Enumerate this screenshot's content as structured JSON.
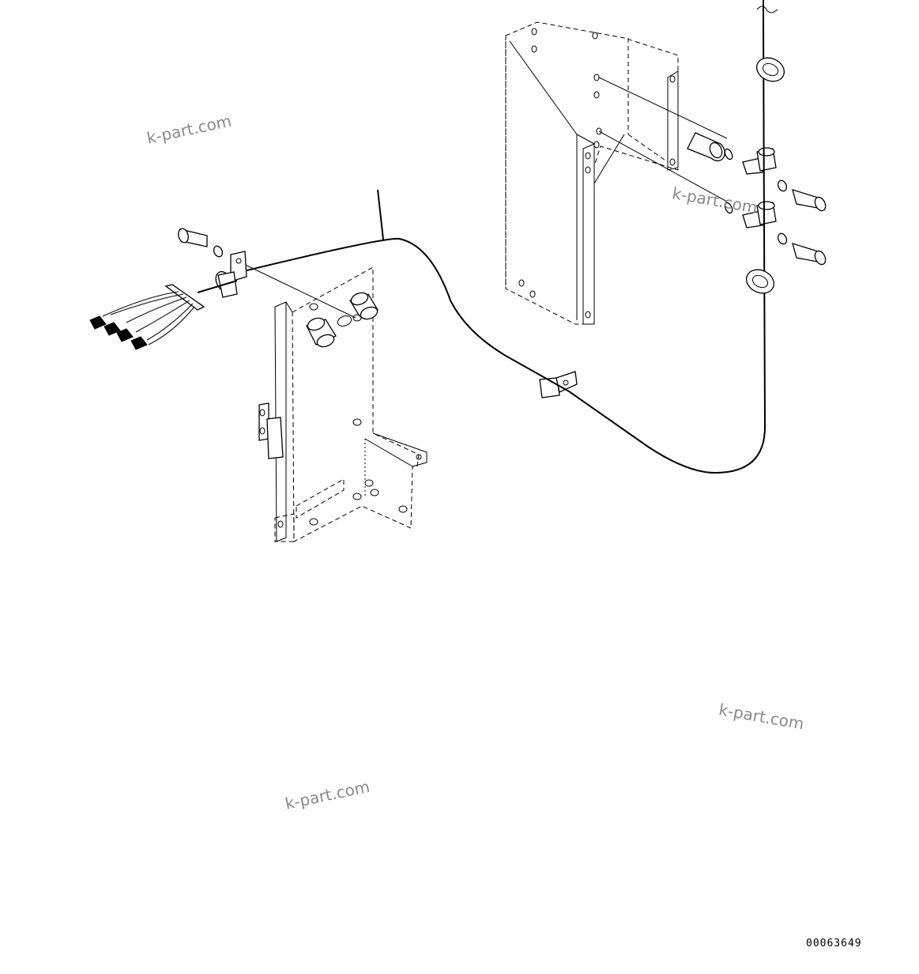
{
  "watermarks": [
    "k-part.com",
    "k-part.com",
    "k-part.com",
    "k-part.com"
  ],
  "drawing_number": "00063649",
  "parts": {
    "right_bracket": "mounting-bracket",
    "left_panel": "mounting-panel",
    "harness": "wiring-harness",
    "connectors": [
      "connector",
      "connector",
      "connector",
      "connector"
    ]
  }
}
